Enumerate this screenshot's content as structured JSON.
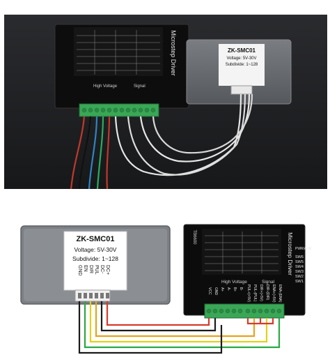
{
  "controller": {
    "model": "ZK-SMC01",
    "voltage": "Voltage: 5V-30V",
    "subdivide": "Subdivide: 1~128",
    "pins": [
      "DC+",
      "DC-",
      "PUL",
      "DIR",
      "EN",
      "GND"
    ]
  },
  "driver": {
    "name": "Microstep Driver",
    "model": "TB6600",
    "group_high_voltage": "High Voltage",
    "group_signal": "Signal",
    "terminals": [
      "VCC",
      "GND",
      "A+",
      "A-",
      "B+",
      "B-",
      "PUL+",
      "PUL-",
      "DIR+",
      "DIR-",
      "EN+",
      "EN-"
    ],
    "terminals_bottom": [
      "VCC",
      "GND",
      "A+",
      "A-",
      "B+",
      "B-",
      "PUL+(+5V)",
      "PUL-(PUL)",
      "DIR+(+5V)",
      "DIR-(DIR)",
      "ENA+(+5V)",
      "ENA-(ENA)"
    ],
    "switches": [
      "SW1",
      "SW2",
      "SW3",
      "SW4",
      "SW5",
      "SW6"
    ],
    "pwm_label": "PWR/ALM"
  },
  "colors": {
    "wire_red": "#d63b2a",
    "wire_black": "#1a1a1a",
    "wire_orange": "#e8a21a",
    "wire_yellow": "#e0d21a",
    "wire_green": "#2aa845",
    "terminal_green": "#3aa756"
  }
}
